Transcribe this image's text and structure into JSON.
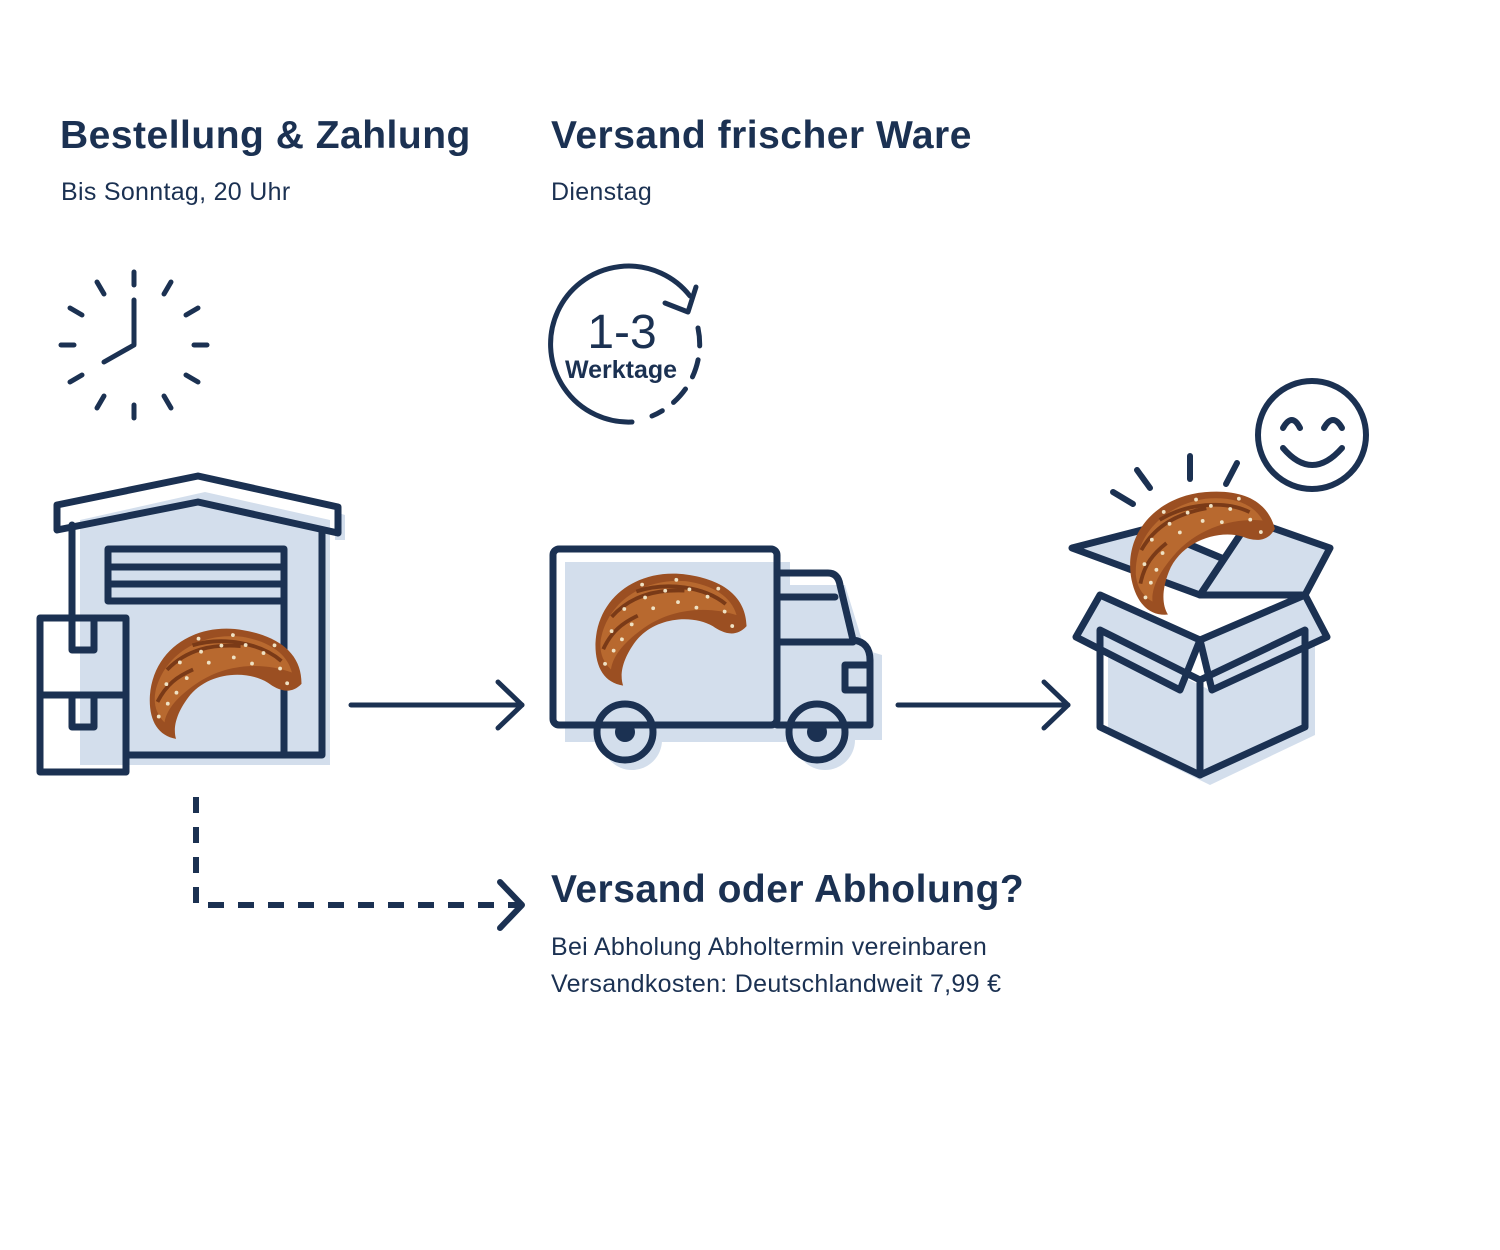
{
  "steps": [
    {
      "title": "Bestellung & Zahlung",
      "subtitle": "Bis Sonntag, 20 Uhr"
    },
    {
      "title": "Versand frischer Ware",
      "subtitle": "Dienstag"
    }
  ],
  "cycle_badge": {
    "range": "1-3",
    "unit": "Werktage"
  },
  "pickup": {
    "title": "Versand oder Abholung?",
    "line1": "Bei Abholung Abholtermin vereinbaren",
    "line2": "Versandkosten: Deutschlandweit 7,99 €"
  },
  "colors": {
    "navy": "#1b3152",
    "light_blue": "#d3deec",
    "croissant": "#a5592a"
  }
}
